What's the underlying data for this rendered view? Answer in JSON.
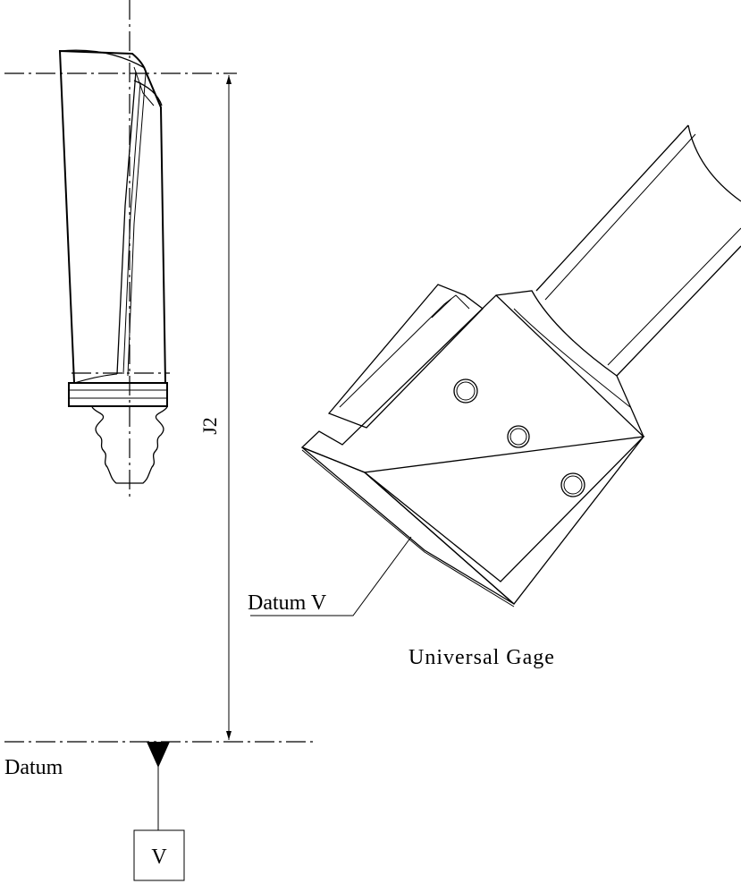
{
  "labels": {
    "dimension": "J2",
    "datum_v": "Datum V",
    "gage": "Universal Gage",
    "datum": "Datum",
    "datum_box": "V"
  },
  "colors": {
    "line": "#000000",
    "background": "#ffffff"
  }
}
